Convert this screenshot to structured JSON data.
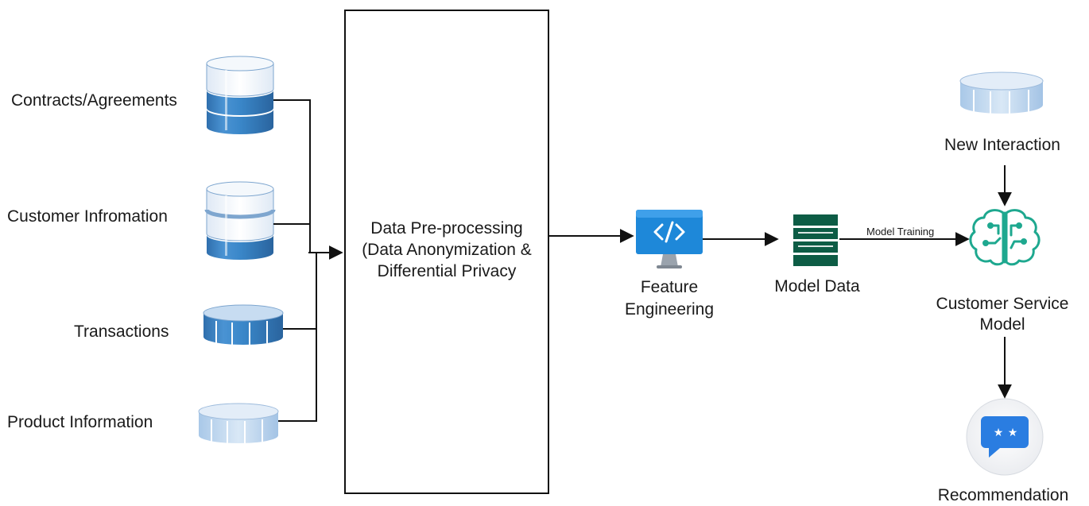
{
  "sources": [
    {
      "label": "Contracts/Agreements",
      "icon": "database-stack-icon"
    },
    {
      "label": "Customer Infromation",
      "icon": "database-stack-icon"
    },
    {
      "label": "Transactions",
      "icon": "database-disk-icon"
    },
    {
      "label": "Product Information",
      "icon": "database-disk-icon"
    }
  ],
  "process": {
    "lines": [
      "Data Pre-processing",
      "(Data Anonymization &",
      "Differential Privacy"
    ]
  },
  "feature": {
    "lines": [
      "Feature",
      "Engineering"
    ],
    "icon": "code-monitor-icon"
  },
  "model_data": {
    "label": "Model Data",
    "icon": "server-stack-icon"
  },
  "edge_label": "Model Training",
  "new_interaction": {
    "label": "New Interaction",
    "icon": "database-disk-icon"
  },
  "service_model": {
    "lines": [
      "Customer Service",
      "Model"
    ],
    "icon": "ai-brain-icon"
  },
  "recommendation": {
    "label": "Recommendation",
    "icon": "chat-stars-icon"
  },
  "colors": {
    "blue_dark": "#2f6fad",
    "blue_mid": "#3a87c9",
    "blue_light": "#c7dcf1",
    "teal": "#1ea88f",
    "model_data_green": "#0d5c45",
    "azure_blue": "#1e88d9",
    "chat_blue": "#2a7de1"
  }
}
